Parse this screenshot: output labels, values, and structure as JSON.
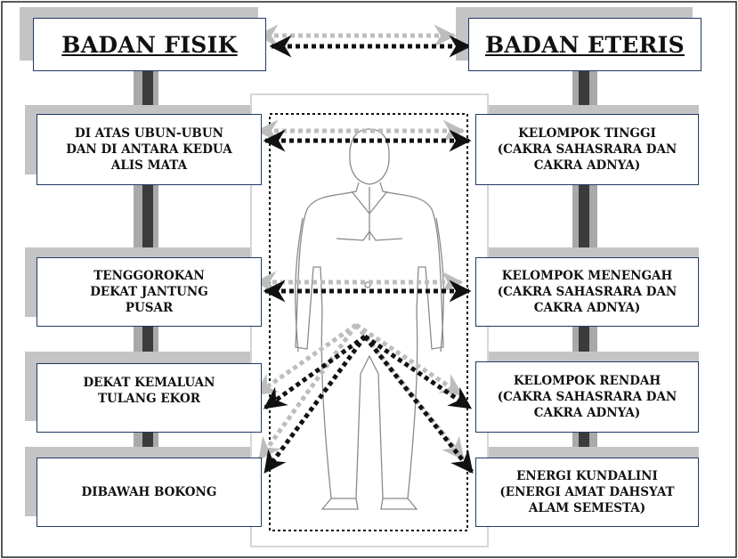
{
  "left_title": "BADAN FISIK",
  "right_title": "BADAN ETERIS",
  "left_items": [
    {
      "lines": [
        "DI ATAS UBUN-UBUN",
        "DAN DI ANTARA KEDUA",
        "ALIS MATA"
      ]
    },
    {
      "lines": [
        "TENGGOROKAN",
        "DEKAT JANTUNG",
        "PUSAR"
      ]
    },
    {
      "lines": [
        "DEKAT KEMALUAN",
        "TULANG EKOR"
      ]
    },
    {
      "lines": [
        "DIBAWAH BOKONG"
      ]
    }
  ],
  "right_items": [
    {
      "lines": [
        "KELOMPOK TINGGI",
        "(CAKRA SAHASRARA DAN",
        "CAKRA ADNYA)"
      ]
    },
    {
      "lines": [
        "KELOMPOK MENENGAH",
        "(CAKRA SAHASRARA DAN",
        "CAKRA ADNYA)"
      ]
    },
    {
      "lines": [
        "KELOMPOK RENDAH",
        "(CAKRA SAHASRARA DAN",
        "CAKRA ADNYA)"
      ]
    },
    {
      "lines": [
        "ENERGI KUNDALINI",
        "(ENERGI AMAT DAHSYAT",
        "ALAM SEMESTA)"
      ]
    }
  ],
  "colors": {
    "box_border": "#1f3a66",
    "spine": "#3b3b3b",
    "shadow": "#c4c4c4",
    "arrow": "#111111",
    "arrow_shadow": "#bdbdbd"
  },
  "icons": [
    "human-body-outline",
    "double-headed-dotted-arrow"
  ]
}
